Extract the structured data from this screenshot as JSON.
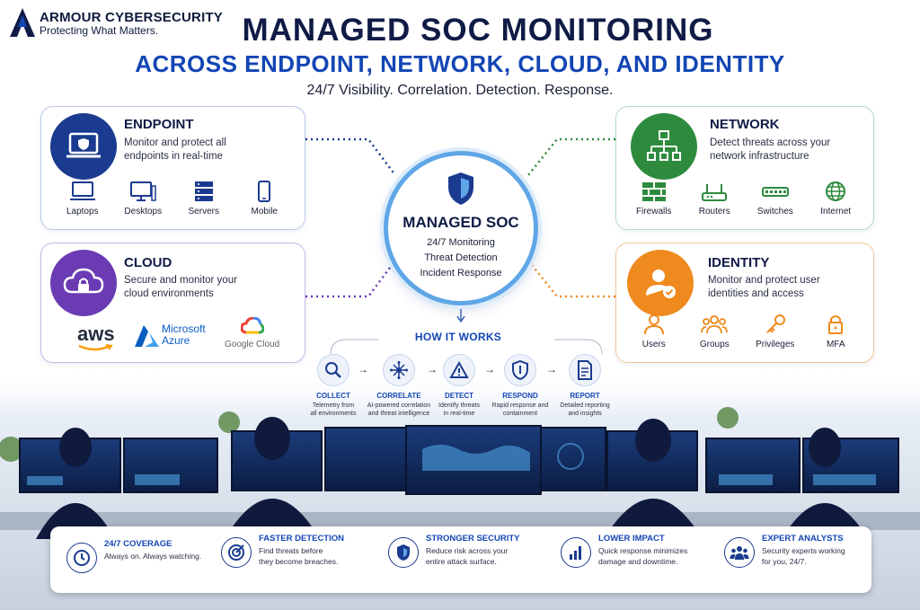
{
  "brand": {
    "name": "ARMOUR CYBERSECURITY",
    "tagline": "Protecting What Matters."
  },
  "header": {
    "title": "MANAGED SOC MONITORING",
    "subtitle": "ACROSS ENDPOINT, NETWORK, CLOUD, AND IDENTITY",
    "tagline": "24/7 Visibility. Correlation. Detection. Response."
  },
  "endpoint": {
    "title": "ENDPOINT",
    "desc1": "Monitor and protect all",
    "desc2": "endpoints in real-time",
    "items": [
      "Laptops",
      "Desktops",
      "Servers",
      "Mobile"
    ]
  },
  "network": {
    "title": "NETWORK",
    "desc1": "Detect threats across your",
    "desc2": "network infrastructure",
    "items": [
      "Firewalls",
      "Routers",
      "Switches",
      "Internet"
    ]
  },
  "cloud": {
    "title": "CLOUD",
    "desc1": "Secure and monitor your",
    "desc2": "cloud environments",
    "providers": {
      "aws": "aws",
      "azure1": "Microsoft",
      "azure2": "Azure",
      "google": "Google Cloud"
    }
  },
  "identity": {
    "title": "IDENTITY",
    "desc1": "Monitor and protect user",
    "desc2": "identities and access",
    "items": [
      "Users",
      "Groups",
      "Privileges",
      "MFA"
    ]
  },
  "soc": {
    "title": "MANAGED SOC",
    "lines": [
      "24/7 Monitoring",
      "Threat Detection",
      "Incident Response"
    ]
  },
  "how": {
    "title": "HOW IT WORKS",
    "steps": [
      {
        "label": "COLLECT",
        "d1": "Telemetry from",
        "d2": "all environments"
      },
      {
        "label": "CORRELATE",
        "d1": "AI-powered correlation",
        "d2": "and threat intelligence"
      },
      {
        "label": "DETECT",
        "d1": "Identify threats",
        "d2": "in real-time"
      },
      {
        "label": "RESPOND",
        "d1": "Rapid response and",
        "d2": "containment"
      },
      {
        "label": "REPORT",
        "d1": "Detailed reporting",
        "d2": "and insights"
      }
    ]
  },
  "features": [
    {
      "title": "24/7 COVERAGE",
      "d1": "Always on. Always watching.",
      "d2": ""
    },
    {
      "title": "FASTER DETECTION",
      "d1": "Find threats before",
      "d2": "they become breaches."
    },
    {
      "title": "STRONGER SECURITY",
      "d1": "Reduce risk across your",
      "d2": "entire attack surface."
    },
    {
      "title": "LOWER IMPACT",
      "d1": "Quick response minimizes",
      "d2": "damage and downtime."
    },
    {
      "title": "EXPERT ANALYSTS",
      "d1": "Security experts working",
      "d2": "for you, 24/7."
    }
  ],
  "colors": {
    "navy": "#101b46",
    "blue": "#1346b4",
    "purple": "#6b3bb3",
    "green": "#2e8b3e",
    "orange": "#ef8a1e"
  }
}
